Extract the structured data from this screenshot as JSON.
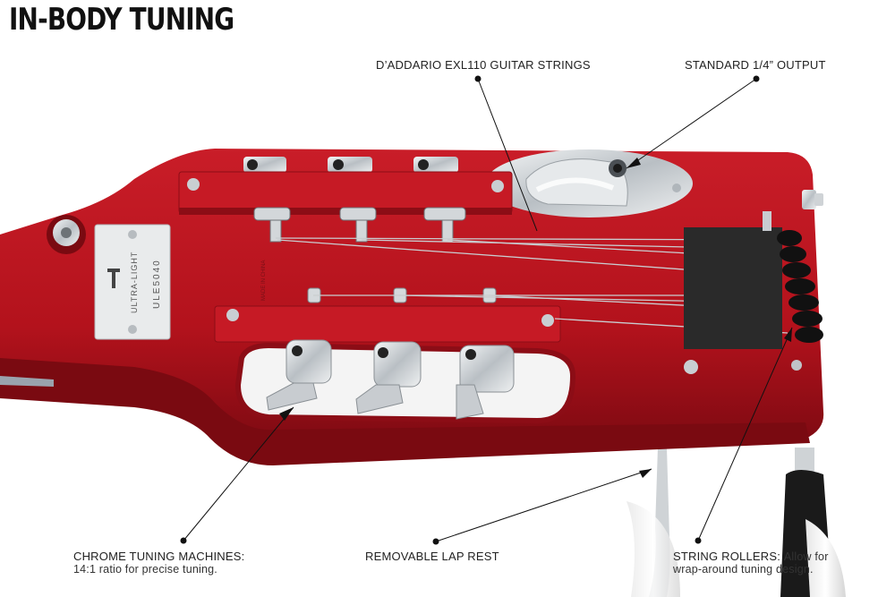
{
  "title": "IN-BODY TUNING",
  "colors": {
    "body": "#b8141f",
    "body_dark": "#7d0a12",
    "chrome": "#d9dde0",
    "accent": "#111111"
  },
  "plate": {
    "brand": "ULTRA-LIGHT",
    "model": "ULE5040"
  },
  "neck_stamp": "MADE IN CHINA",
  "callouts": {
    "strings": "D’ADDARIO EXL110 GUITAR STRINGS",
    "output": "STANDARD 1/4” OUTPUT",
    "machines": {
      "label": "CHROME TUNING MACHINES:",
      "desc": "14:1 ratio for precise tuning."
    },
    "lap_rest": "REMOVABLE LAP REST",
    "rollers": {
      "label": "STRING ROLLERS:",
      "desc_a": "Allow for",
      "desc_b": "wrap-around tuning design."
    }
  }
}
